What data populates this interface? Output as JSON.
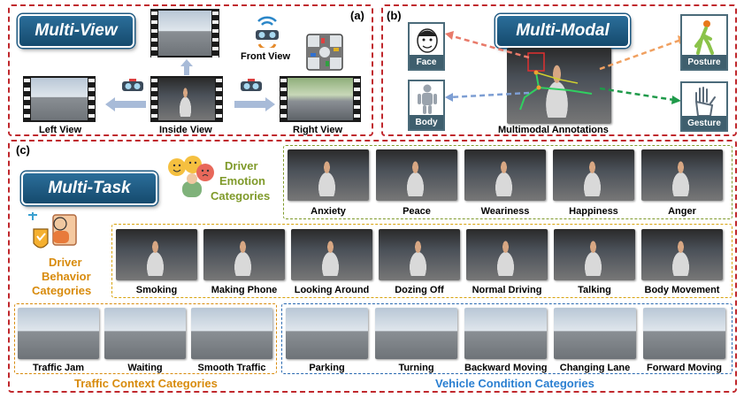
{
  "panel_a": {
    "tag": "(a)",
    "title": "Multi-View",
    "front_view": "Front View",
    "left_view": "Left View",
    "inside_view": "Inside View",
    "right_view": "Right View"
  },
  "panel_b": {
    "tag": "(b)",
    "title": "Multi-Modal",
    "face": "Face",
    "body": "Body",
    "posture": "Posture",
    "gesture": "Gesture",
    "caption": "Multimodal Annotations",
    "colors": {
      "face": "#e87a6a",
      "posture": "#f0a060",
      "body": "#7d9ed3",
      "gesture": "#1f9a4a"
    }
  },
  "panel_c": {
    "tag": "(c)",
    "title": "Multi-Task",
    "emotion_heading": [
      "Driver",
      "Emotion",
      "Categories"
    ],
    "behavior_heading": [
      "Driver",
      "Behavior",
      "Categories"
    ],
    "emotions": [
      "Anxiety",
      "Peace",
      "Weariness",
      "Happiness",
      "Anger"
    ],
    "behaviors": [
      "Smoking",
      "Making Phone",
      "Looking Around",
      "Dozing Off",
      "Normal Driving",
      "Talking",
      "Body Movement"
    ],
    "traffic": [
      "Traffic Jam",
      "Waiting",
      "Smooth Traffic"
    ],
    "traffic_heading": "Traffic Context Categories",
    "vehicle": [
      "Parking",
      "Turning",
      "Backward Moving",
      "Changing Lane",
      "Forward Moving"
    ],
    "vehicle_heading": "Vehicle Condition Categories"
  }
}
